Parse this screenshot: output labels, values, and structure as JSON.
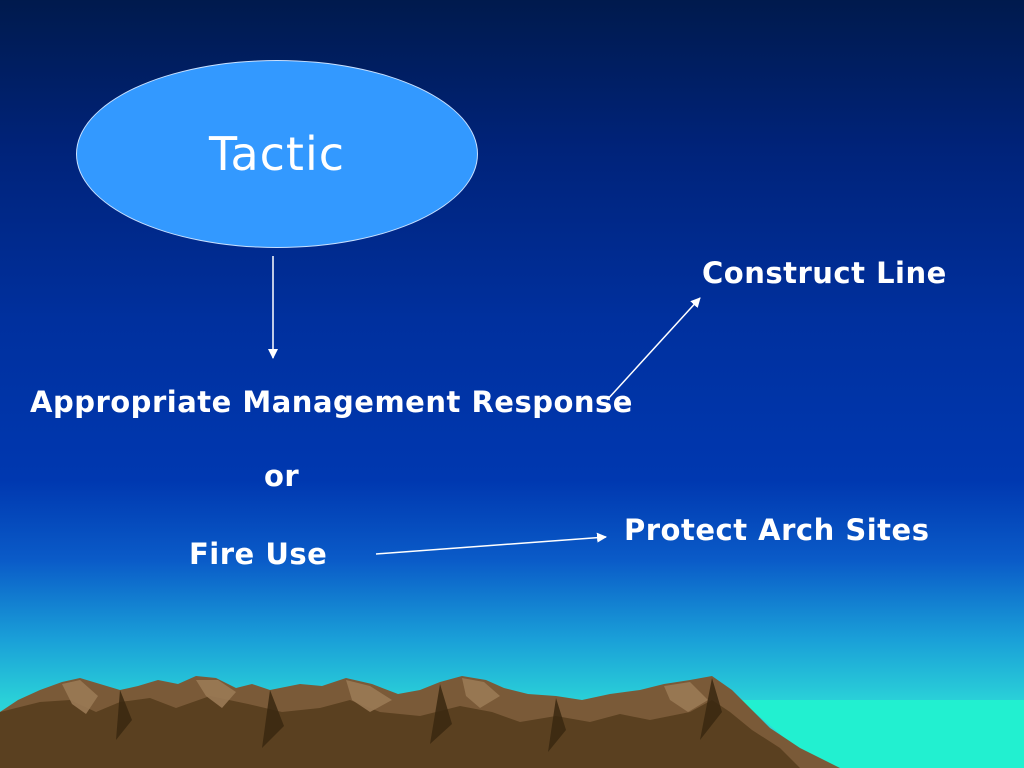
{
  "diagram": {
    "root": "Tactic",
    "nodes": {
      "response": "Appropriate Management Response",
      "connector": "or",
      "fire_use": "Fire Use",
      "construct_line": "Construct Line",
      "protect_sites": "Protect Arch Sites"
    },
    "edges": [
      {
        "from": "Tactic",
        "to": "Appropriate Management Response"
      },
      {
        "from": "Appropriate Management Response",
        "to": "Construct Line"
      },
      {
        "from": "Fire Use",
        "to": "Protect Arch Sites"
      }
    ]
  },
  "colors": {
    "ellipse_fill": "#3399ff",
    "text": "#ffffff",
    "mountain": "#7a5a35",
    "mountain_shadow": "#4a3518",
    "sea": "#33f0d8"
  }
}
